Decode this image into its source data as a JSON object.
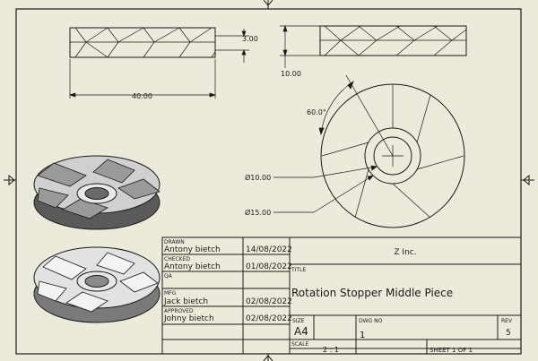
{
  "dimensions": {
    "height_3": "3.00",
    "width_40": "40.00",
    "height_10": "10.00",
    "angle_60": "60.0°",
    "dia_10": "Ø10.00",
    "dia_15": "Ø15.00"
  },
  "title_block": {
    "drawn_label": "DRAWN",
    "drawn_by": "Antony bietch",
    "drawn_date": "14/08/2022",
    "checked_label": "CHECKED",
    "checked_by": "Antony bietch",
    "checked_date": "01/08/2022",
    "qa_label": "QA",
    "mfg_label": "MFG",
    "mfg_by": "Jack bietch",
    "mfg_date": "02/08/2022",
    "approved_label": "APPROVED",
    "approved_by": "Johny bietch",
    "approved_date": "02/08/2022",
    "company": "Z Inc.",
    "title_label": "TITLE",
    "title": "Rotation Stopper Middle Piece",
    "size_label": "SIZE",
    "size": "A4",
    "dwg_no_label": "DWG NO",
    "dwg_no": "1",
    "rev_label": "REV",
    "rev": "5",
    "scale_label": "SCALE",
    "scale": "2 : 1",
    "sheet": "SHEET 1  OF 1"
  }
}
